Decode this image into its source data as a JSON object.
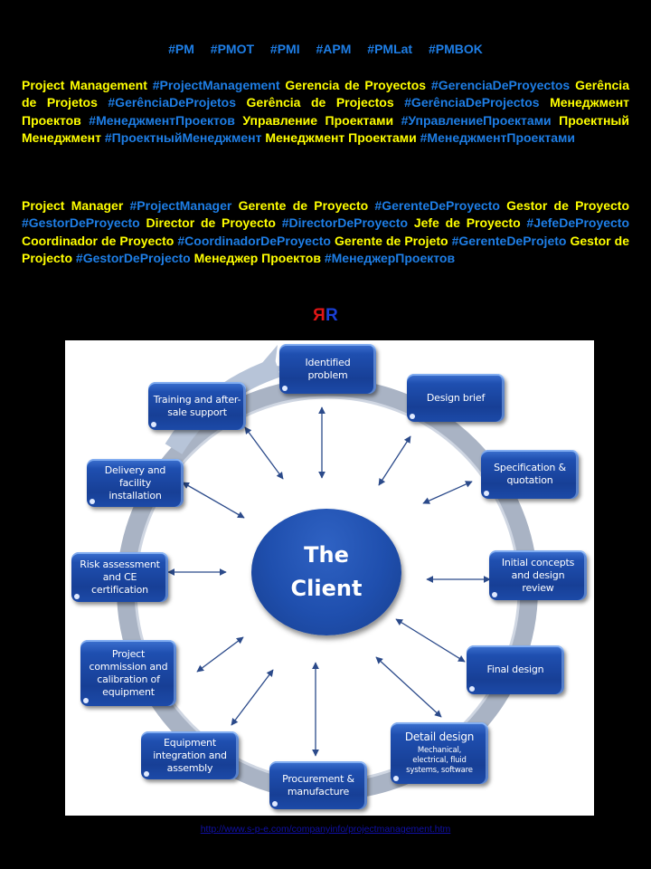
{
  "hashtags": [
    "#PM",
    "#PMOT",
    "#PMI",
    "#APM",
    "#PMLat",
    "#PMBOK"
  ],
  "paragraph1": [
    {
      "type": "t",
      "text": "Project Management"
    },
    {
      "type": "h",
      "text": "#ProjectManagement"
    },
    {
      "type": "t",
      "text": "Gerencia de Proyectos"
    },
    {
      "type": "h",
      "text": "#GerenciaDeProyectos"
    },
    {
      "type": "t",
      "text": "Gerência de Projetos"
    },
    {
      "type": "h",
      "text": "#GerênciaDeProjetos"
    },
    {
      "type": "t",
      "text": "Gerência de Projectos"
    },
    {
      "type": "h",
      "text": "#GerênciaDeProjectos"
    },
    {
      "type": "t",
      "text": "Менеджмент Проектов"
    },
    {
      "type": "h",
      "text": "#МенеджментПроектов"
    },
    {
      "type": "t",
      "text": "Управление Проектами"
    },
    {
      "type": "h",
      "text": "#УправлениеПроектами"
    },
    {
      "type": "t",
      "text": "Проектный Менеджмент"
    },
    {
      "type": "h",
      "text": "#ПроектныйМенеджмент"
    },
    {
      "type": "t",
      "text": "Менеджмент Проектами"
    },
    {
      "type": "h",
      "text": "#МенеджментПроектами"
    }
  ],
  "paragraph2": [
    {
      "type": "t",
      "text": "Project Manager"
    },
    {
      "type": "h",
      "text": "#ProjectManager"
    },
    {
      "type": "t",
      "text": "Gerente de Proyecto"
    },
    {
      "type": "h",
      "text": "#GerenteDeProyecto"
    },
    {
      "type": "t",
      "text": "Gestor de Proyecto"
    },
    {
      "type": "h",
      "text": "#GestorDeProyecto"
    },
    {
      "type": "t",
      "text": "Director de Proyecto"
    },
    {
      "type": "h",
      "text": "#DirectorDeProyecto"
    },
    {
      "type": "t",
      "text": "Jefe de Proyecto"
    },
    {
      "type": "h",
      "text": "#JefeDeProyecto"
    },
    {
      "type": "t",
      "text": "Coordinador de Proyecto"
    },
    {
      "type": "h",
      "text": "#CoordinadorDeProyecto"
    },
    {
      "type": "t",
      "text": "Gerente de Projeto"
    },
    {
      "type": "h",
      "text": "#GerenteDeProjeto"
    },
    {
      "type": "t",
      "text": "Gestor de Projecto"
    },
    {
      "type": "h",
      "text": "#GestorDeProjecto"
    },
    {
      "type": "t",
      "text": "Менеджер Проектов"
    },
    {
      "type": "h",
      "text": "#МенеджерПроектов"
    }
  ],
  "logo": {
    "left": "R",
    "right": "R",
    "left_color": "#e01616",
    "right_color": "#1a3fd6"
  },
  "diagram": {
    "center": {
      "line1": "The",
      "line2": "Client"
    },
    "steps": [
      {
        "lines": [
          "Identified",
          "problem"
        ]
      },
      {
        "lines": [
          "Design brief"
        ]
      },
      {
        "lines": [
          "Specification &",
          "quotation"
        ]
      },
      {
        "lines": [
          "Initial concepts",
          "and design",
          "review"
        ]
      },
      {
        "lines": [
          "Final design"
        ]
      },
      {
        "lines": [
          "Detail design"
        ],
        "sub": [
          "Mechanical,",
          "electrical, fluid",
          "systems, software"
        ]
      },
      {
        "lines": [
          "Procurement &",
          "manufacture"
        ]
      },
      {
        "lines": [
          "Equipment",
          "integration and",
          "assembly"
        ]
      },
      {
        "lines": [
          "Project",
          "commission and",
          "calibration of",
          "equipment"
        ]
      },
      {
        "lines": [
          "Risk assessment",
          "and CE",
          "certification"
        ]
      },
      {
        "lines": [
          "Delivery and facility",
          "installation"
        ]
      },
      {
        "lines": [
          "Training and after-",
          "sale support"
        ]
      }
    ],
    "colors": {
      "box": "#1f4fb0",
      "ring": "#a9b3c4",
      "arrow": "#2b4a8a"
    }
  },
  "source_url": "http://www.s-p-e.com/companyinfo/projectmanagement.htm"
}
